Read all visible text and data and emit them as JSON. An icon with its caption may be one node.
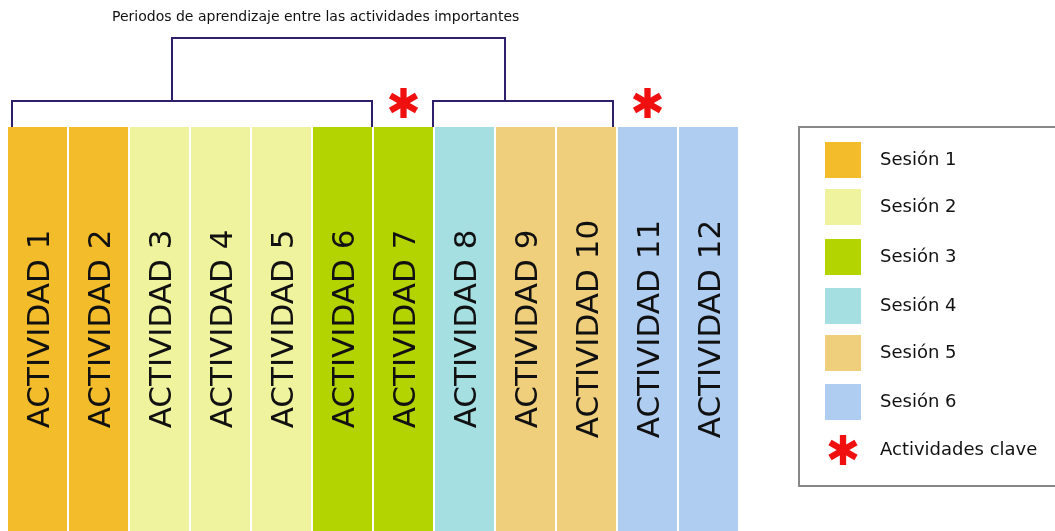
{
  "diagram": {
    "nodes": [
      {
        "text": [
          "ACTIVIDAD 1"
        ]
      },
      {
        "text": [
          "ACTIVIDAD 2"
        ]
      },
      {
        "text": [
          "ACTIVIDAD 3"
        ]
      },
      {
        "text": [
          "ACTIVIDAD 4"
        ]
      },
      {
        "text": [
          "ACTIVIDAD 5"
        ]
      },
      {
        "text": [
          "ACTIVIDAD 6"
        ]
      },
      {
        "text": [
          "ACTIVIDAD 7"
        ]
      },
      {
        "text": [
          "ACTIVIDAD 8"
        ]
      },
      {
        "text": [
          "ACTIVIDAD 9"
        ]
      },
      {
        "text": [
          "ACTIVIDAD 10"
        ]
      },
      {
        "text": [
          "ACTIVIDAD 11"
        ]
      },
      {
        "text": [
          "ACTIVIDAD 12"
        ]
      }
    ],
    "labels": [
      "Periodos de aprendizaje entre las actividades importantes"
    ],
    "legend": [
      {
        "text": "Sesión 1",
        "color": "#f2bc2a"
      },
      {
        "text": "Sesión 2",
        "color": "#f0f39d"
      },
      {
        "text": "Sesión 3",
        "color": "#b3d400"
      },
      {
        "text": "Sesión 4",
        "color": "#a6dfe2"
      },
      {
        "text": "Sesión 5",
        "color": "#f0cf7c"
      },
      {
        "text": "Sesión 6",
        "color": "#afcdf1"
      },
      {
        "text": "Actividades clave"
      }
    ]
  }
}
